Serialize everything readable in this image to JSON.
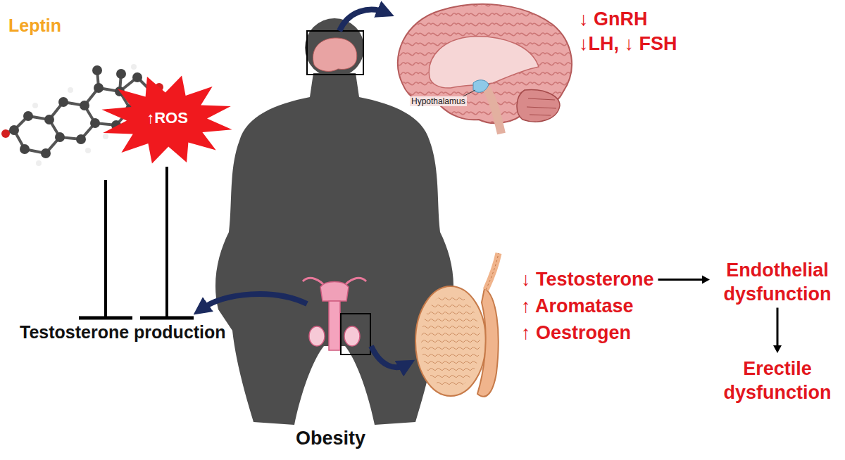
{
  "diagram": {
    "nodes": [
      {
        "text": [
          "Leptin"
        ]
      },
      {
        "text": [
          "↑ROS"
        ]
      },
      {
        "text": [
          "Testosterone production"
        ]
      },
      {
        "text": [
          "Obesity"
        ]
      },
      {
        "text": [
          "↓ GnRH",
          "↓LH, ↓ FSH"
        ]
      },
      {
        "text": [
          "↓ Testosterone"
        ]
      },
      {
        "text": [
          "↑ Aromatase"
        ]
      },
      {
        "text": [
          "↑ Oestrogen"
        ]
      },
      {
        "text": [
          "Endothelial dysfunction"
        ]
      },
      {
        "text": [
          "Erectile dysfunction"
        ]
      }
    ],
    "edges": [
      {
        "from": 0,
        "to": 2,
        "arrow": "to"
      },
      {
        "from": 1,
        "to": 2,
        "arrow": "to"
      },
      {
        "from": 5,
        "to": 8,
        "arrow": "to"
      },
      {
        "from": 8,
        "to": 9,
        "arrow": "to"
      }
    ],
    "labels": [
      "Hypothalamus"
    ]
  }
}
